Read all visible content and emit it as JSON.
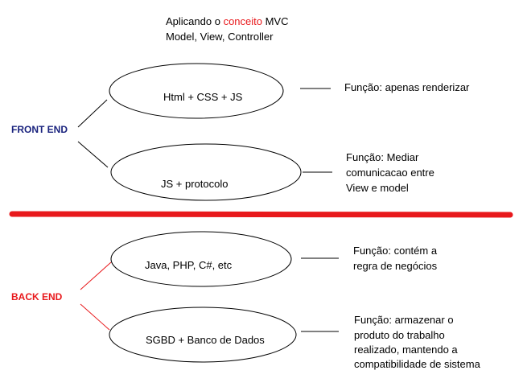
{
  "header": {
    "prefix": "Aplicando o ",
    "highlight": "conceito",
    "suffix": " MVC",
    "line2": "Model, View, Controller"
  },
  "front_end": {
    "label": "FRONT END",
    "node1": "Html + CSS + JS",
    "node2": "JS + protocolo",
    "desc1": "Função: apenas renderizar",
    "desc2": [
      "Função: Mediar",
      "comunicacao entre",
      "View e model"
    ]
  },
  "back_end": {
    "label": "BACK END",
    "node1": "Java, PHP, C#, etc",
    "node2": "SGBD + Banco de Dados",
    "desc1": [
      "Função: contém a",
      "regra de negócios"
    ],
    "desc2": [
      "Função: armazenar o",
      "produto do trabalho",
      "realizado, mantendo a",
      "compatibilidade de sistema"
    ]
  },
  "colors": {
    "highlight": "#e8191c",
    "front_label": "#1a237e",
    "back_label": "#e8191c",
    "divider": "#e8191c",
    "back_connector": "#e8191c"
  }
}
